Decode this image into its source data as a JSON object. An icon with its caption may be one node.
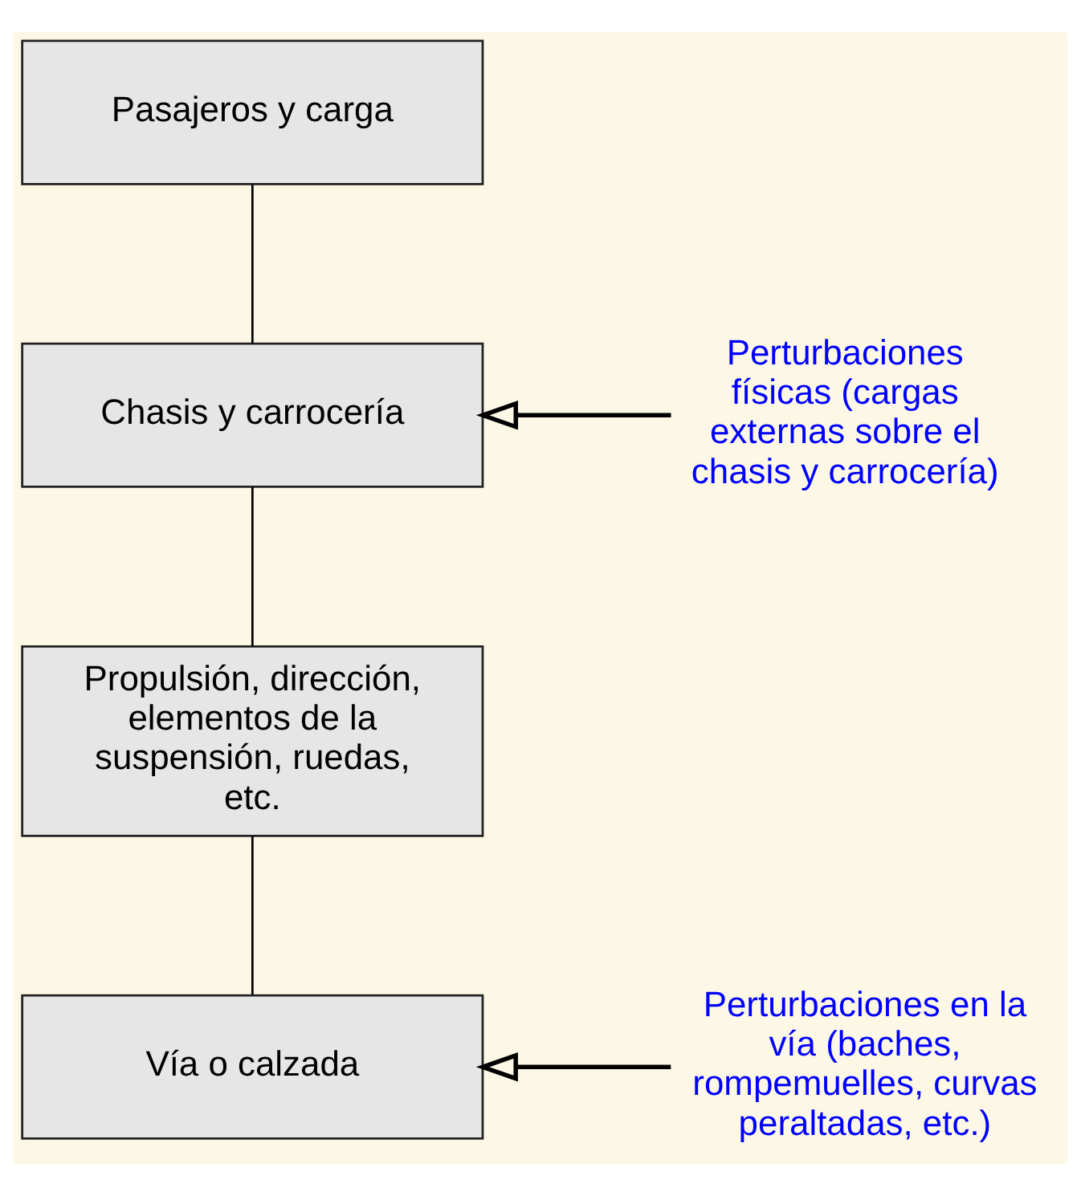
{
  "diagram": {
    "nodes": [
      {
        "text": [
          "Pasajeros y carga"
        ]
      },
      {
        "text": [
          "Chasis y carrocería"
        ]
      },
      {
        "text": [
          "Propulsión, dirección, elementos de la suspensión, ruedas, etc."
        ]
      },
      {
        "text": [
          "Vía o calzada"
        ]
      },
      {
        "text": [
          "Perturbaciones físicas (cargas externas sobre el chasis y carrocería)"
        ]
      },
      {
        "text": [
          "Perturbaciones en la vía (baches, rompemuelles, curvas peraltadas, etc.)"
        ]
      }
    ],
    "edges": [
      {
        "from": 0,
        "to": 1,
        "arrow": "none"
      },
      {
        "from": 1,
        "to": 2,
        "arrow": "none"
      },
      {
        "from": 2,
        "to": 3,
        "arrow": "none"
      },
      {
        "from": 4,
        "to": 1,
        "arrow": "to"
      },
      {
        "from": 5,
        "to": 3,
        "arrow": "to"
      }
    ]
  }
}
